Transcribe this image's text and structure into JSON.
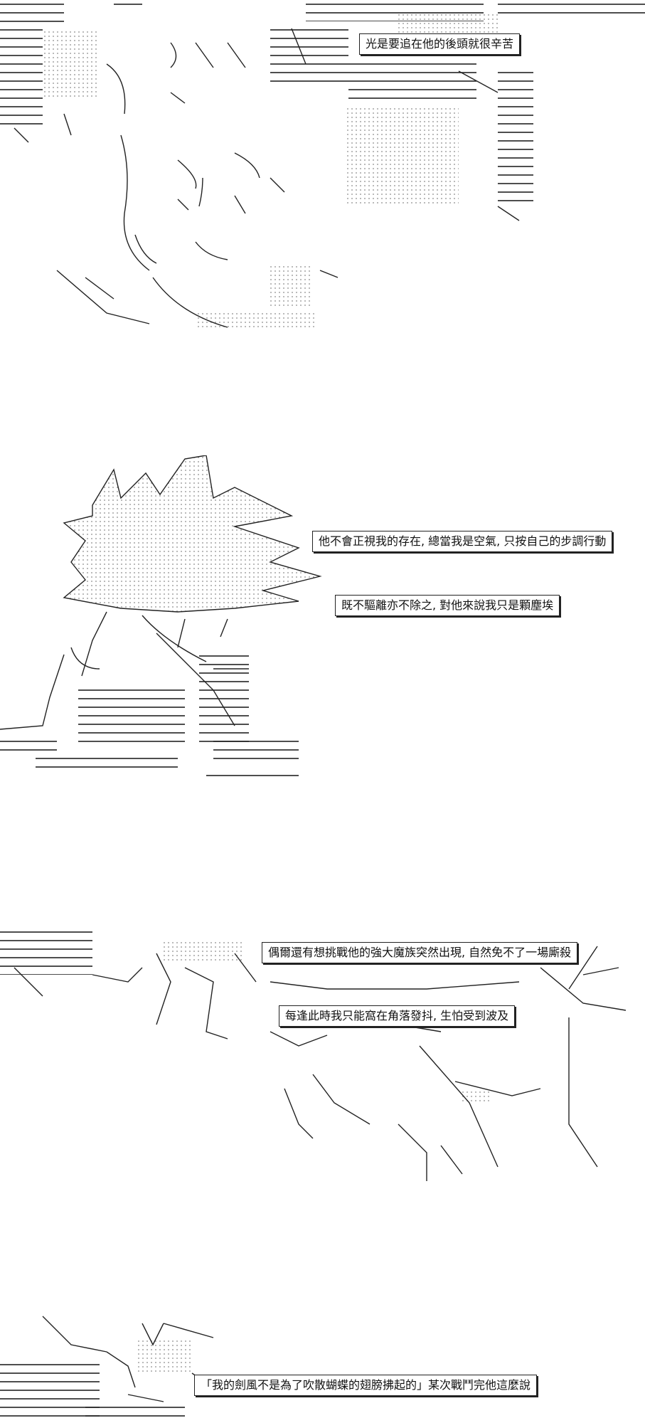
{
  "captions": {
    "c1": "光是要追在他的後頭就很辛苦",
    "c2": "他不會正視我的存在, 總當我是空氣, 只按自己的步調行動",
    "c3": "既不驅離亦不除之, 對他來說我只是顆塵埃",
    "c4": "偶爾還有想挑戰他的強大魔族突然出現, 自然免不了一場廝殺",
    "c5": "每逢此時我只能窩在角落發抖, 生怕受到波及",
    "c6": "「我的劍風不是為了吹散蝴蝶的翅膀拂起的」某次戰鬥完他這麼說"
  },
  "colors": {
    "ink": "#222222",
    "paper": "#ffffff",
    "dots": "#888888"
  }
}
